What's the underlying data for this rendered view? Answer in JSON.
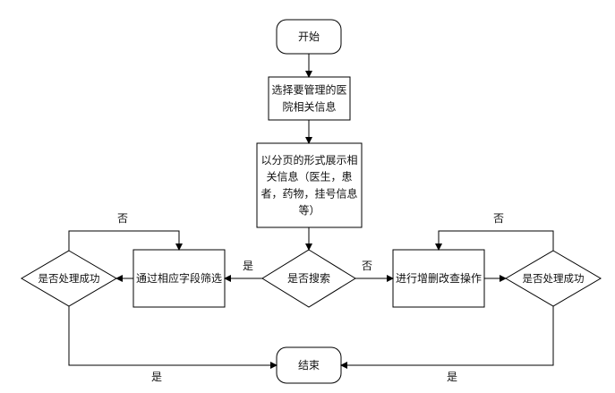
{
  "flowchart": {
    "nodes": {
      "start": {
        "lines": [
          "开始"
        ]
      },
      "select_info": {
        "lines": [
          "选择要管理的医",
          "院相关信息"
        ]
      },
      "display_info": {
        "lines": [
          "以分页的形式展示相",
          "关信息（医生，患",
          "者，药物，挂号信息",
          "等）"
        ]
      },
      "search_decision": {
        "lines": [
          "是否搜索"
        ]
      },
      "filter": {
        "lines": [
          "通过相应字段筛选"
        ]
      },
      "left_success_decision": {
        "lines": [
          "是否处理成功"
        ]
      },
      "crud": {
        "lines": [
          "进行增删改查操作"
        ]
      },
      "right_success_decision": {
        "lines": [
          "是否处理成功"
        ]
      },
      "end": {
        "lines": [
          "结束"
        ]
      }
    },
    "edge_labels": {
      "search_yes": "是",
      "search_no": "否",
      "left_retry_no": "否",
      "right_retry_no": "否",
      "left_done_yes": "是",
      "right_done_yes": "是"
    }
  }
}
